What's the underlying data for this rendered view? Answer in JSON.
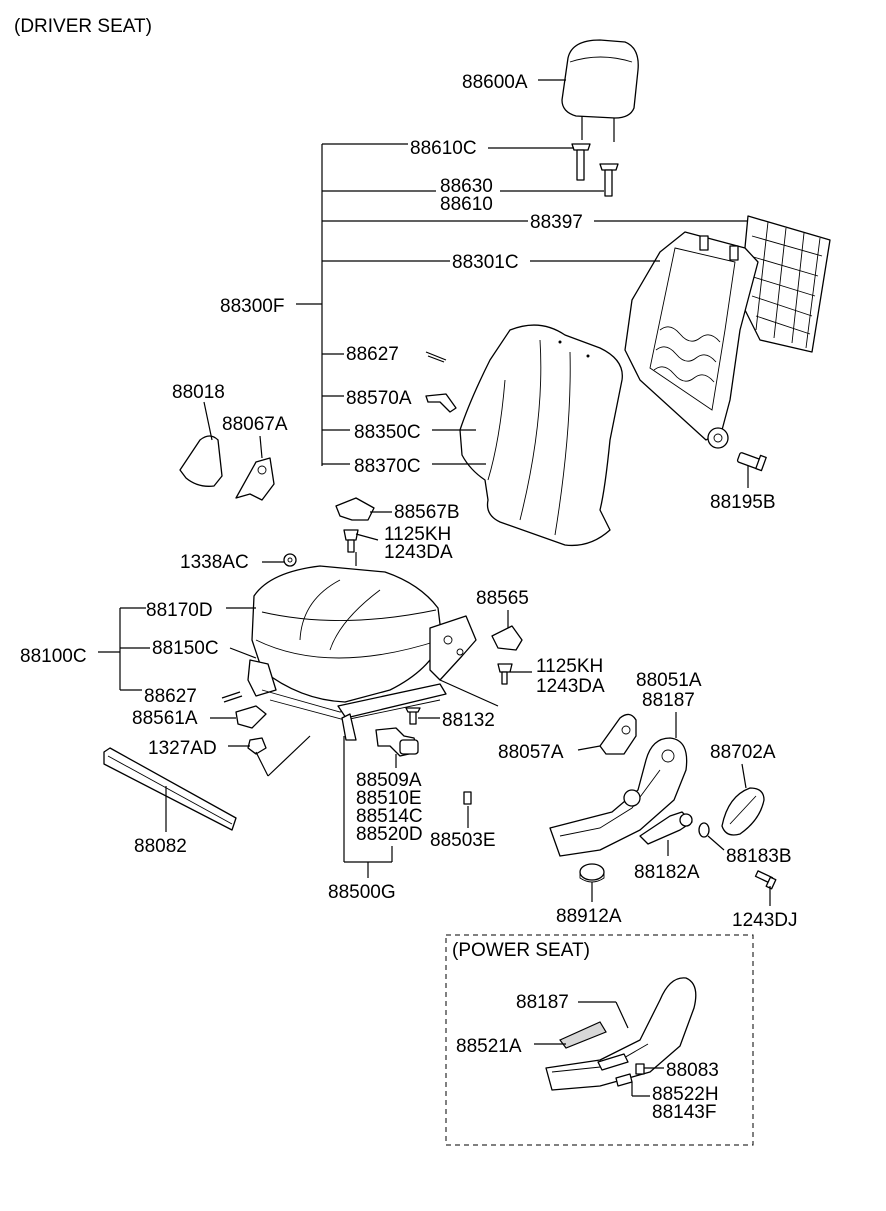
{
  "headings": {
    "driver_seat": "(DRIVER SEAT)",
    "power_seat": "(POWER SEAT)"
  },
  "labels": {
    "p88600A": "88600A",
    "p88610C": "88610C",
    "p88630": "88630",
    "p88610": "88610",
    "p88397": "88397",
    "p88301C": "88301C",
    "p88300F": "88300F",
    "p88627a": "88627",
    "p88570A": "88570A",
    "p88350C": "88350C",
    "p88370C": "88370C",
    "p88018": "88018",
    "p88067A": "88067A",
    "p88195B": "88195B",
    "p88567B": "88567B",
    "p1125KHa": "1125KH",
    "p1243DAa": "1243DA",
    "p1338AC": "1338AC",
    "p88170D": "88170D",
    "p88100C": "88100C",
    "p88150C": "88150C",
    "p88627b": "88627",
    "p88561A": "88561A",
    "p1327AD": "1327AD",
    "p88565": "88565",
    "p1125KHb": "1125KH",
    "p1243DAb": "1243DA",
    "p88132": "88132",
    "p88051A": "88051A",
    "p88187a": "88187",
    "p88057A": "88057A",
    "p88702A": "88702A",
    "p88509A": "88509A",
    "p88510E": "88510E",
    "p88514C": "88514C",
    "p88520D": "88520D",
    "p88503E": "88503E",
    "p88082": "88082",
    "p88500G": "88500G",
    "p88183B": "88183B",
    "p88182A": "88182A",
    "p88912A": "88912A",
    "p1243DJ": "1243DJ",
    "p88187b": "88187",
    "p88521A": "88521A",
    "p88083": "88083",
    "p88522H": "88522H",
    "p88143F": "88143F"
  }
}
